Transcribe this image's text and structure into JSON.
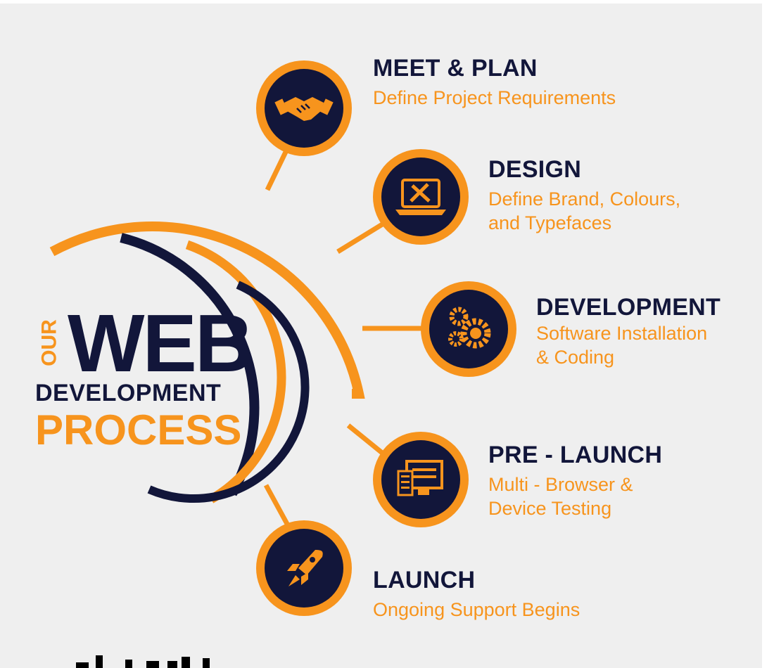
{
  "heading": {
    "our": "OUR",
    "web": "WEB",
    "development": "DEVELOPMENT",
    "process": "PROCESS"
  },
  "steps": [
    {
      "title": "MEET & PLAN",
      "desc_lines": [
        "Define Project Requirements"
      ],
      "icon": "handshake-icon"
    },
    {
      "title": "DESIGN",
      "desc_lines": [
        "Define Brand, Colours,",
        "and Typefaces"
      ],
      "icon": "laptop-design-icon"
    },
    {
      "title": "DEVELOPMENT",
      "desc_lines": [
        "Software Installation",
        "& Coding"
      ],
      "icon": "gears-icon"
    },
    {
      "title": "PRE - LAUNCH",
      "desc_lines": [
        "Multi - Browser &",
        "Device Testing"
      ],
      "icon": "monitor-testing-icon"
    },
    {
      "title": "LAUNCH",
      "desc_lines": [
        "Ongoing Support Begins"
      ],
      "icon": "rocket-icon"
    }
  ],
  "colors": {
    "navy": "#12163a",
    "orange": "#f7941d",
    "background": "#efefef"
  }
}
